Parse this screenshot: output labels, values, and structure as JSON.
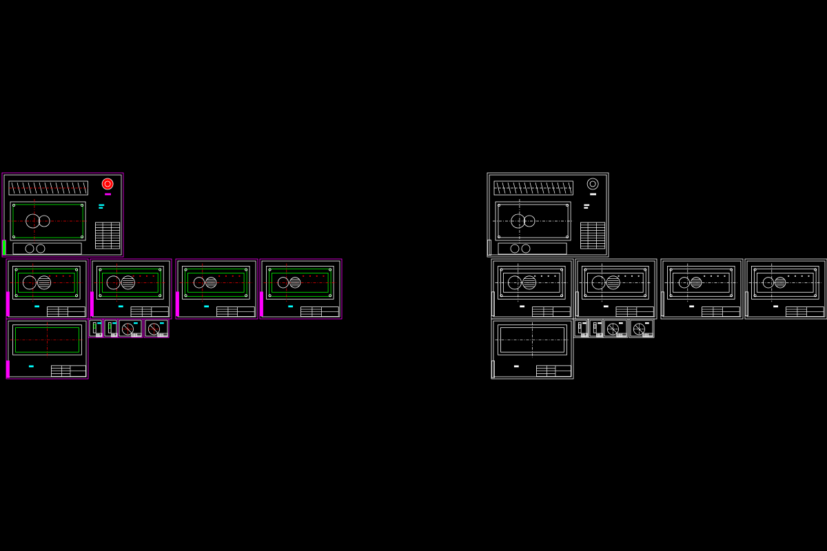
{
  "workspace": {
    "background": "#000000",
    "colors": {
      "frame_color_set": "#ff00ff",
      "part_outline": "#00ff00",
      "center_line": "#ff0000",
      "annotation": "#00ffff",
      "title_block": "#ffffff",
      "accent_fill": "#ff0000",
      "monochrome_set": "#ffffff"
    },
    "sets": [
      {
        "name": "color-drawing-set",
        "style": "color",
        "sheets": [
          {
            "name": "assembly-sheet",
            "kind": "assembly"
          },
          {
            "name": "plate-sheet-1",
            "kind": "plate",
            "hole_pair": "large-circles"
          },
          {
            "name": "plate-sheet-2",
            "kind": "plate",
            "hole_pair": "large-circles"
          },
          {
            "name": "plate-sheet-3",
            "kind": "plate",
            "hole_pair": "medium-circles"
          },
          {
            "name": "plate-sheet-4",
            "kind": "plate",
            "hole_pair": "medium-circles"
          },
          {
            "name": "base-plate-sheet",
            "kind": "plate-plain"
          },
          {
            "name": "small-part-sheet-1",
            "kind": "small"
          },
          {
            "name": "small-part-sheet-2",
            "kind": "small"
          },
          {
            "name": "small-part-sheet-3",
            "kind": "small-round"
          },
          {
            "name": "small-part-sheet-4",
            "kind": "small-round"
          }
        ]
      },
      {
        "name": "mono-drawing-set",
        "style": "mono",
        "sheets": [
          {
            "name": "assembly-sheet",
            "kind": "assembly"
          },
          {
            "name": "plate-sheet-1",
            "kind": "plate",
            "hole_pair": "large-circles"
          },
          {
            "name": "plate-sheet-2",
            "kind": "plate",
            "hole_pair": "large-circles"
          },
          {
            "name": "plate-sheet-3",
            "kind": "plate",
            "hole_pair": "medium-circles"
          },
          {
            "name": "plate-sheet-4",
            "kind": "plate",
            "hole_pair": "medium-circles"
          },
          {
            "name": "base-plate-sheet",
            "kind": "plate-plain"
          },
          {
            "name": "small-part-sheet-1",
            "kind": "small"
          },
          {
            "name": "small-part-sheet-2",
            "kind": "small"
          },
          {
            "name": "small-part-sheet-3",
            "kind": "small-round"
          },
          {
            "name": "small-part-sheet-4",
            "kind": "small-round"
          }
        ]
      }
    ]
  }
}
